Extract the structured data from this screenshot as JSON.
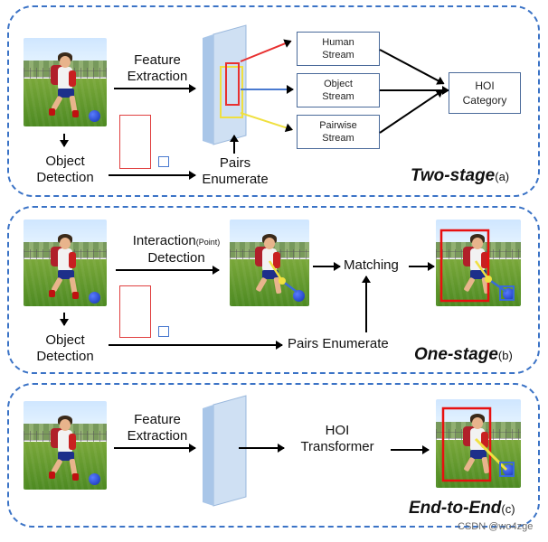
{
  "panel_a": {
    "feature_extraction": [
      "Feature",
      "Extraction"
    ],
    "object_detection": [
      "Object",
      "Detection"
    ],
    "pairs_enumerate": [
      "Pairs",
      "Enumerate"
    ],
    "human_stream": [
      "Human",
      "Stream"
    ],
    "object_stream": [
      "Object",
      "Stream"
    ],
    "pairwise_stream": [
      "Pairwise",
      "Stream"
    ],
    "hoi_category": [
      "HOI",
      "Category"
    ],
    "stage_label": "Two-stage",
    "stage_suffix": "(a)"
  },
  "panel_b": {
    "interaction_detection_main": "Interaction",
    "interaction_detection_point": "(Point)",
    "interaction_detection_line2": "Detection",
    "matching": "Matching",
    "object_detection": [
      "Object",
      "Detection"
    ],
    "pairs_enumerate": "Pairs  Enumerate",
    "stage_label": "One-stage",
    "stage_suffix": "(b)"
  },
  "panel_c": {
    "feature_extraction": [
      "Feature",
      "Extraction"
    ],
    "hoi_transformer": [
      "HOI",
      "Transformer"
    ],
    "stage_label": "End-to-End",
    "stage_suffix": "(c)"
  },
  "watermark": "CSDN @wo4zge",
  "colors": {
    "panel_border": "#3b73c6",
    "human_arrow": "#e83030",
    "object_arrow": "#4a7ad0",
    "pairwise_arrow": "#f0e040",
    "feature_slab": "#c8dbf0"
  }
}
